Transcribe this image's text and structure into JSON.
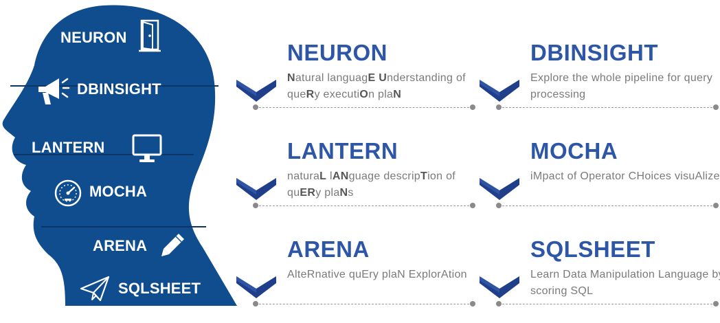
{
  "colors": {
    "head_fill": "#0f4d8f",
    "head_divider": "#0a3566",
    "title": "#2e56a6",
    "description": "#7a7a7a",
    "chevron": "#1f3f8a",
    "rule": "#9a9a9a"
  },
  "head": {
    "sections": [
      {
        "label": "NEURON",
        "icon": "door-icon"
      },
      {
        "label": "DBINSIGHT",
        "icon": "megaphone-icon"
      },
      {
        "label": "LANTERN",
        "icon": "monitor-icon"
      },
      {
        "label": "MOCHA",
        "icon": "gauge-icon"
      },
      {
        "label": "ARENA",
        "icon": "pencil-icon"
      },
      {
        "label": "SQLSHEET",
        "icon": "paper-plane-icon"
      }
    ]
  },
  "tools": [
    {
      "name": "NEURON",
      "description_segments": [
        {
          "text": "N",
          "bold": true
        },
        {
          "text": "atural languag",
          "bold": false
        },
        {
          "text": "E",
          "bold": true
        },
        {
          "text": " ",
          "bold": false
        },
        {
          "text": "U",
          "bold": true
        },
        {
          "text": "nderstanding of que",
          "bold": false
        },
        {
          "text": "R",
          "bold": true
        },
        {
          "text": "y executi",
          "bold": false
        },
        {
          "text": "O",
          "bold": true
        },
        {
          "text": "n pla",
          "bold": false
        },
        {
          "text": "N",
          "bold": true
        }
      ]
    },
    {
      "name": "DBINSIGHT",
      "description_segments": [
        {
          "text": "Explore the whole pipeline for query processing",
          "bold": false
        }
      ]
    },
    {
      "name": "LANTERN",
      "description_segments": [
        {
          "text": "natura",
          "bold": false
        },
        {
          "text": "L",
          "bold": true
        },
        {
          "text": " l",
          "bold": false
        },
        {
          "text": "AN",
          "bold": true
        },
        {
          "text": "guage descrip",
          "bold": false
        },
        {
          "text": "T",
          "bold": true
        },
        {
          "text": "ion of qu",
          "bold": false
        },
        {
          "text": "ER",
          "bold": true
        },
        {
          "text": "y pla",
          "bold": false
        },
        {
          "text": "N",
          "bold": true
        },
        {
          "text": "s",
          "bold": false
        }
      ]
    },
    {
      "name": "MOCHA",
      "description_segments": [
        {
          "text": "iMpact of Operator CHoices visuAlizer",
          "bold": false
        }
      ]
    },
    {
      "name": "ARENA",
      "description_segments": [
        {
          "text": "AlteRnative quEry plaN ExplorAtion",
          "bold": false
        }
      ]
    },
    {
      "name": "SQLSHEET",
      "description_segments": [
        {
          "text": "Learn Data Manipulation Language by scoring SQL",
          "bold": false
        }
      ]
    }
  ]
}
